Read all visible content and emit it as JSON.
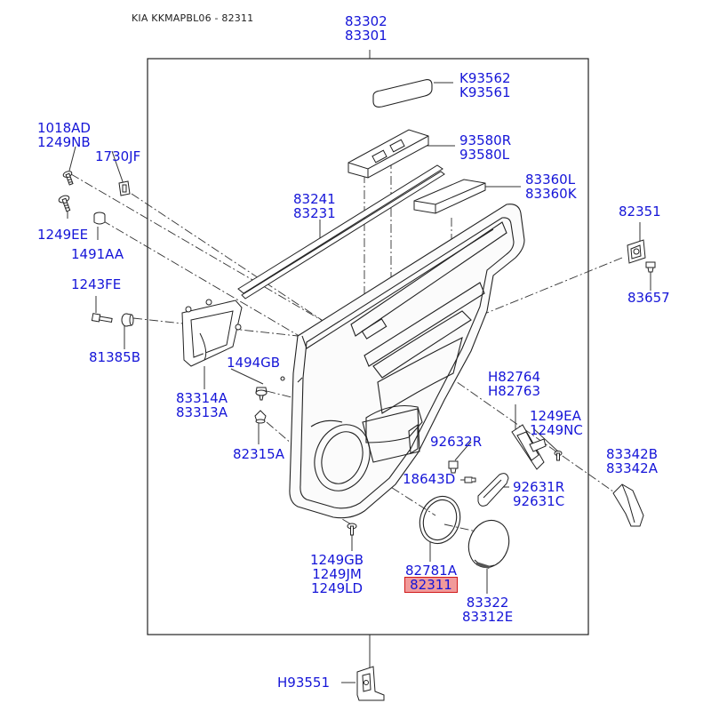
{
  "header": "KIA KKMAPBL06 - 82311",
  "highlight_color": "#f19a9a",
  "label_color": "#1515d8",
  "callouts": {
    "door_panel": [
      "83302",
      "83301"
    ],
    "mirror_trim": [
      "K93562",
      "K93561"
    ],
    "power_window_switch_housing": [
      "93580R",
      "93580L"
    ],
    "weatherstrip": [
      "83241",
      "83231"
    ],
    "pull_handle_cover": [
      "83360L",
      "83360K"
    ],
    "screw_1018": [
      "1018AD",
      "1249NB"
    ],
    "clip_1730": [
      "1730JF"
    ],
    "screw_1249ee": [
      "1249EE"
    ],
    "grommet_1491": [
      "1491AA"
    ],
    "bolt_1243": [
      "1243FE"
    ],
    "cap_81385": [
      "81385B"
    ],
    "bracket_82351": [
      "82351"
    ],
    "clip_83657": [
      "83657"
    ],
    "retainer_1494": [
      "1494GB"
    ],
    "inner_handle_cover": [
      "83314A",
      "83313A"
    ],
    "clip_82315": [
      "82315A"
    ],
    "hinge_h82764": [
      "H82764",
      "H82763"
    ],
    "screw_1249ea": [
      "1249EA",
      "1249NC"
    ],
    "strip_83342": [
      "83342B",
      "83342A"
    ],
    "clip_92632": [
      "92632R"
    ],
    "clip_18643": [
      "18643D"
    ],
    "lamp_92631": [
      "92631R",
      "92631C"
    ],
    "screws_bottom": [
      "1249GB",
      "1249JM",
      "1249LD"
    ],
    "speaker_ring": [
      "82781A"
    ],
    "selected_part": "82311",
    "speaker_grille": [
      "83322",
      "83312E"
    ],
    "bottom_bracket": [
      "H93551"
    ]
  }
}
